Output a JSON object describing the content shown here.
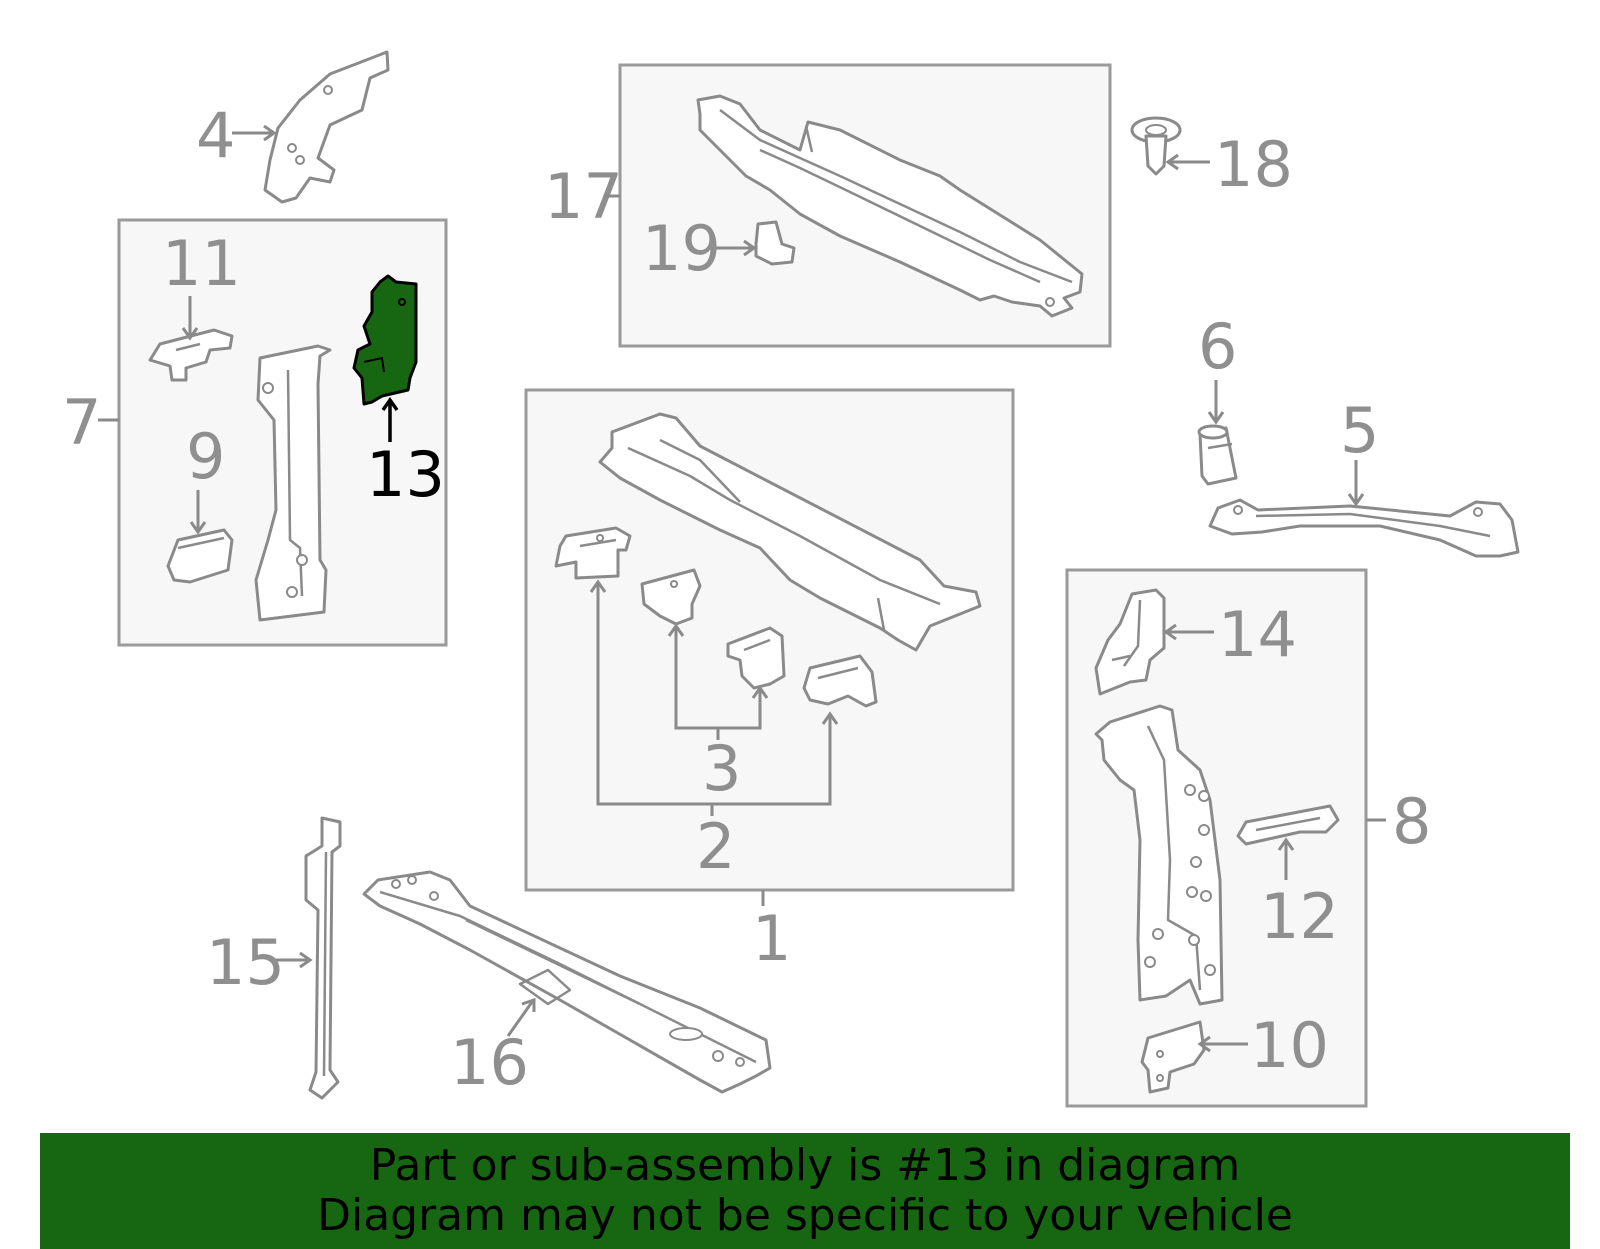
{
  "colors": {
    "highlight_part": "#176712",
    "banner_background": "#176712",
    "label_gray": "#8f8f8f",
    "box_fill": "#f7f7f7"
  },
  "callouts": {
    "c1": "1",
    "c2": "2",
    "c3": "3",
    "c4": "4",
    "c5": "5",
    "c6": "6",
    "c7": "7",
    "c8": "8",
    "c9": "9",
    "c10": "10",
    "c11": "11",
    "c12": "12",
    "c13": "13",
    "c14": "14",
    "c15": "15",
    "c16": "16",
    "c17": "17",
    "c18": "18",
    "c19": "19"
  },
  "highlighted_part": "13",
  "banner": {
    "line1": "Part or sub-assembly is #13 in diagram",
    "line2": "Diagram may not be specific to your vehicle"
  }
}
